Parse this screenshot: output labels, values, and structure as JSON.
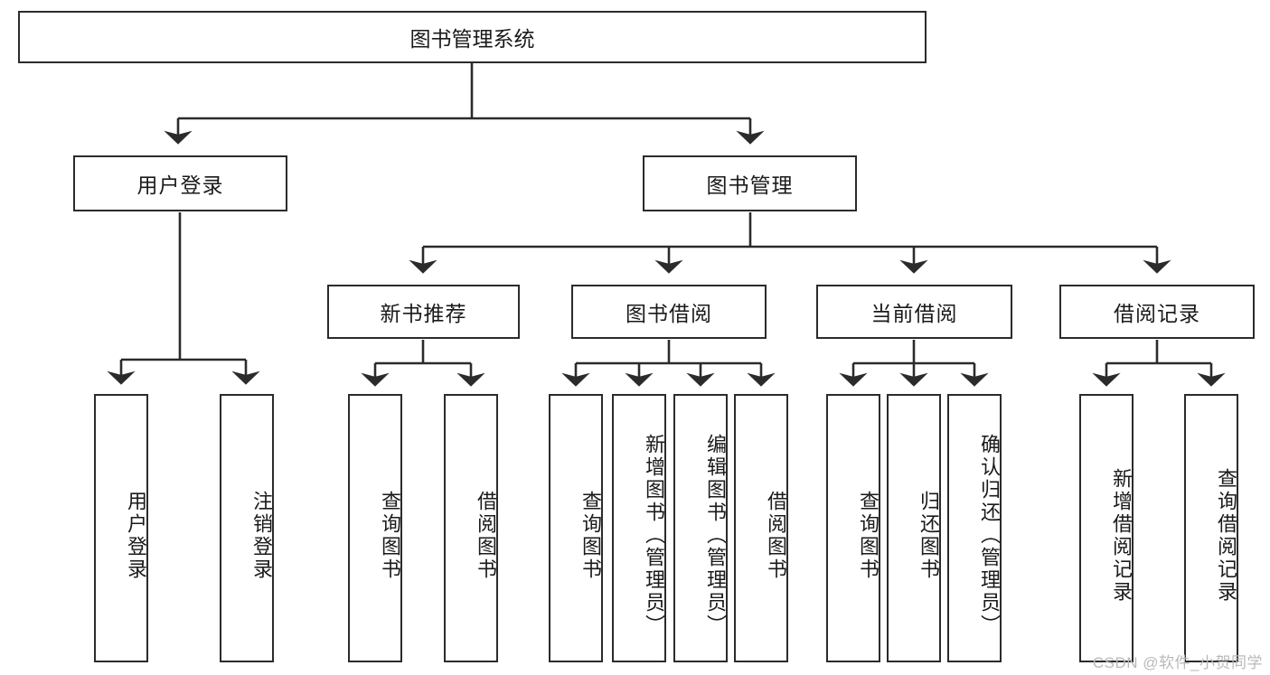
{
  "diagram": {
    "title": "图书管理系统",
    "type": "tree-flowchart",
    "colors": {
      "box_border": "#2b2b2b",
      "box_fill": "#ffffff",
      "connector": "#2b2b2b",
      "text": "#1a1a1a",
      "watermark": "#b9b9b9"
    }
  },
  "nodes": {
    "root": {
      "label": "图书管理系统"
    },
    "level1": [
      {
        "id": "user-login",
        "label": "用户登录"
      },
      {
        "id": "book-manage",
        "label": "图书管理"
      }
    ],
    "level2": [
      {
        "id": "new-book-recommend",
        "label": "新书推荐"
      },
      {
        "id": "book-borrow",
        "label": "图书借阅"
      },
      {
        "id": "current-borrow",
        "label": "当前借阅"
      },
      {
        "id": "borrow-record",
        "label": "借阅记录"
      }
    ],
    "leaves": {
      "user_login": [
        {
          "id": "leaf-user-login",
          "label": "用户登录"
        },
        {
          "id": "leaf-logout-login",
          "label": "注销登录"
        }
      ],
      "new_book_recommend": [
        {
          "id": "leaf-query-book-1",
          "label": "查询图书"
        },
        {
          "id": "leaf-borrow-book-1",
          "label": "借阅图书"
        }
      ],
      "book_borrow": [
        {
          "id": "leaf-query-book-2",
          "label": "查询图书"
        },
        {
          "id": "leaf-add-book",
          "label": "新增图书（管理员）"
        },
        {
          "id": "leaf-edit-book",
          "label": "编辑图书（管理员）"
        },
        {
          "id": "leaf-borrow-book-2",
          "label": "借阅图书"
        }
      ],
      "current_borrow": [
        {
          "id": "leaf-query-book-3",
          "label": "查询图书"
        },
        {
          "id": "leaf-return-book",
          "label": "归还图书"
        },
        {
          "id": "leaf-confirm-return",
          "label": "确认归还（管理员）"
        }
      ],
      "borrow_record": [
        {
          "id": "leaf-add-record",
          "label": "新增借阅记录"
        },
        {
          "id": "leaf-query-record",
          "label": "查询借阅记录"
        }
      ]
    }
  },
  "watermark": {
    "text": "CSDN @软件_小贺同学"
  }
}
